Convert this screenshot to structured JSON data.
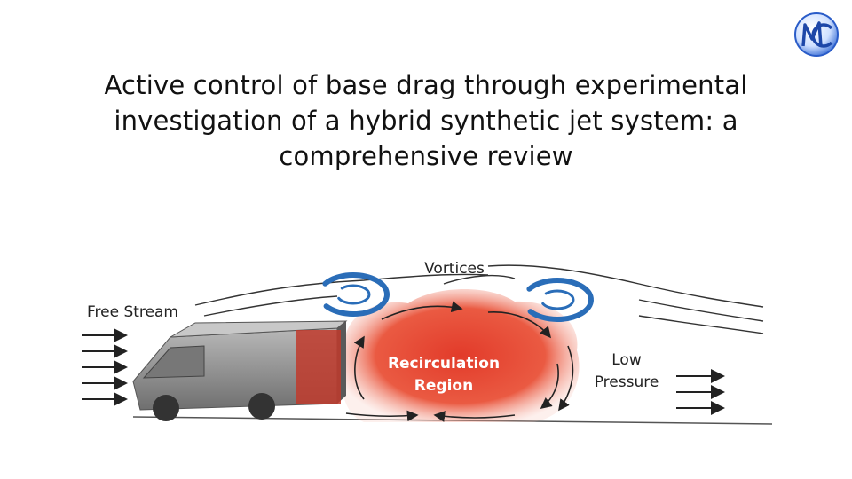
{
  "slide": {
    "title_lines": [
      "Active control of base drag through experimental",
      "investigation of a hybrid synthetic jet system: a",
      "comprehensive review"
    ]
  },
  "logo": {
    "icon": "mc-monogram-logo",
    "color": "#2a5cc8"
  },
  "diagram": {
    "labels": {
      "free_stream": "Free Stream",
      "vortices": "Vortices",
      "recirculation_line1": "Recirculation",
      "recirculation_line2": "Region",
      "low_pressure_line1": "Low",
      "low_pressure_line2": "Pressure"
    },
    "colors": {
      "recirculation": "#e23b2a",
      "vortex": "#2a6db8",
      "vehicle": "#8a8a8a",
      "flow_lines": "#333333"
    }
  }
}
